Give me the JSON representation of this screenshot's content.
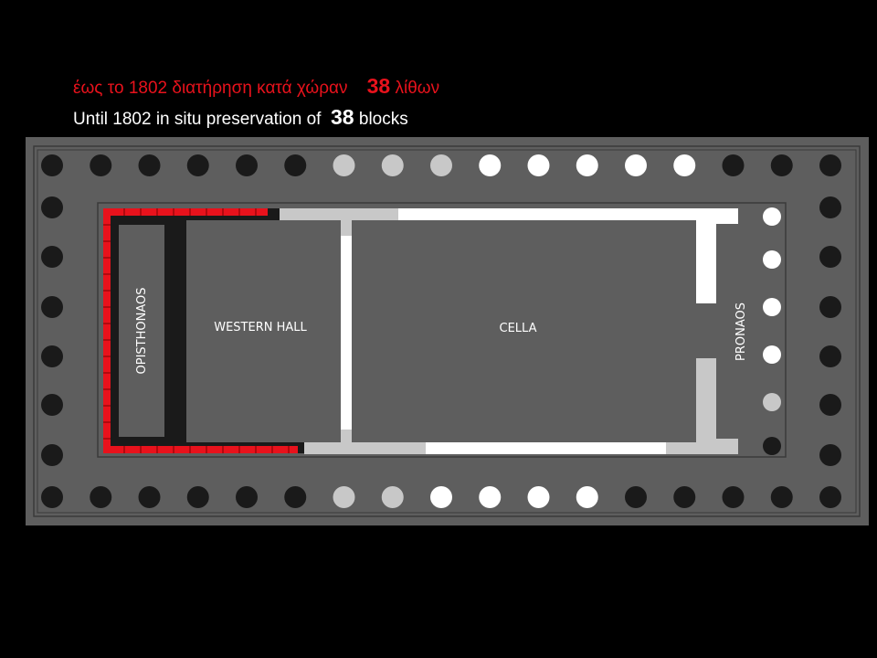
{
  "heading": {
    "greek_text": "έως το 1802 διατήρηση κατά χώραν",
    "greek_count": "38",
    "greek_unit": "λίθων",
    "english_text": "Until 1802 in situ preservation of",
    "english_count": "38",
    "english_unit": "blocks"
  },
  "rooms": {
    "opisthonaos": "OPISTHONAOS",
    "western_hall": "WESTERN HALL",
    "cella": "CELLA",
    "pronaos": "PRONAOS"
  },
  "colors": {
    "background": "#000000",
    "stylobate": "#5e5e5e",
    "column_dark": "#1a1a1a",
    "column_grey": "#c8c8c8",
    "column_white": "#ffffff",
    "preserved_blocks": "#e8121c"
  },
  "column_status": {
    "north_row": [
      "dark",
      "dark",
      "dark",
      "dark",
      "dark",
      "dark",
      "grey",
      "grey",
      "grey",
      "white",
      "white",
      "white",
      "white",
      "white",
      "dark",
      "dark",
      "dark"
    ],
    "south_row": [
      "dark",
      "dark",
      "dark",
      "dark",
      "dark",
      "dark",
      "grey",
      "grey",
      "white",
      "white",
      "white",
      "white",
      "dark",
      "dark",
      "dark",
      "dark",
      "dark"
    ],
    "west_side": [
      "dark",
      "dark",
      "dark",
      "dark",
      "dark",
      "dark"
    ],
    "east_side": [
      "dark",
      "dark",
      "dark",
      "dark",
      "dark",
      "dark"
    ],
    "pronaos_row": [
      "white",
      "white",
      "white",
      "white",
      "grey",
      "dark"
    ]
  }
}
